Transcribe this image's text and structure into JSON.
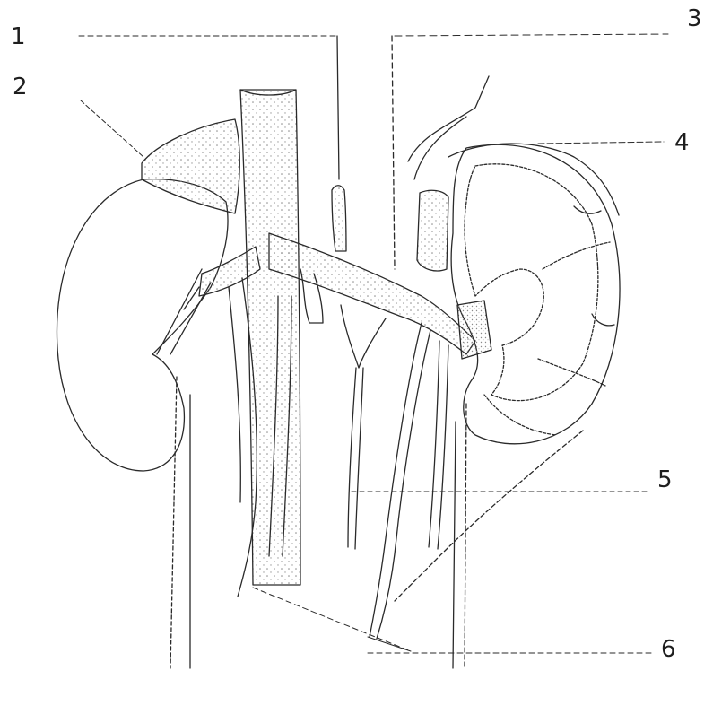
{
  "labels": {
    "l1": "1",
    "l2": "2",
    "l3": "3",
    "l4": "4",
    "l5": "5",
    "l6": "6"
  },
  "colors": {
    "ink": "#2a2a2a",
    "stipple": "#8a8a8a",
    "background": "#ffffff"
  }
}
